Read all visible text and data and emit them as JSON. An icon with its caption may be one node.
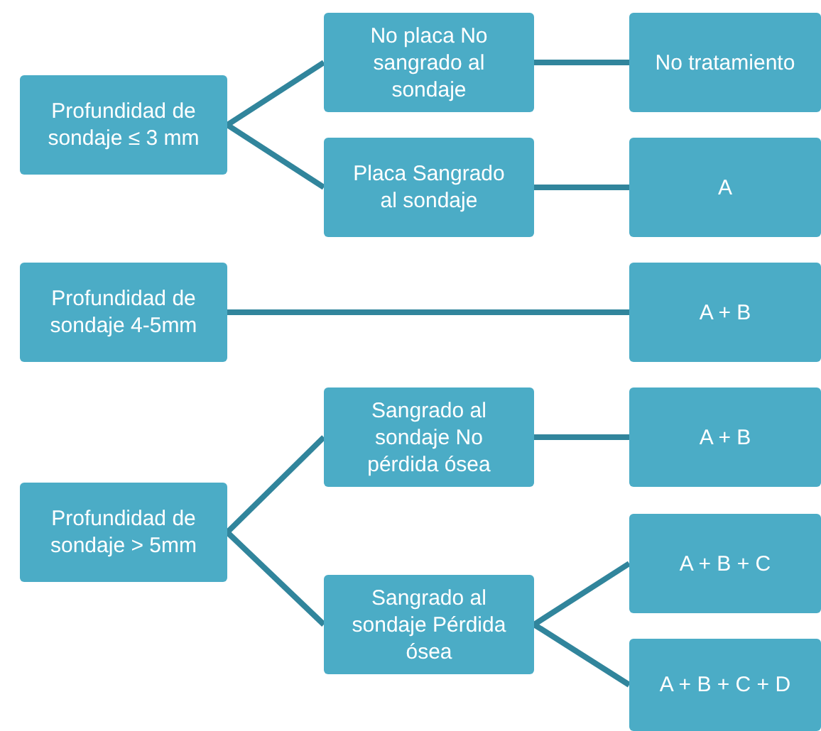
{
  "diagram": {
    "nodes": [
      {
        "text": [
          "Profundidad de sondaje ≤ 3 mm"
        ]
      },
      {
        "text": [
          "No placa No sangrado al sondaje"
        ]
      },
      {
        "text": [
          "No tratamiento"
        ]
      },
      {
        "text": [
          "Placa Sangrado al sondaje"
        ]
      },
      {
        "text": [
          "A"
        ]
      },
      {
        "text": [
          "Profundidad de sondaje 4-5mm"
        ]
      },
      {
        "text": [
          "A + B"
        ]
      },
      {
        "text": [
          "Profundidad de sondaje > 5mm"
        ]
      },
      {
        "text": [
          "Sangrado al sondaje No pérdida ósea"
        ]
      },
      {
        "text": [
          "A + B"
        ]
      },
      {
        "text": [
          "Sangrado al sondaje Pérdida ósea"
        ]
      },
      {
        "text": [
          "A + B + C"
        ]
      },
      {
        "text": [
          "A + B + C + D"
        ]
      }
    ],
    "edges": [
      {
        "from": 0,
        "to": 1,
        "arrow": "none"
      },
      {
        "from": 0,
        "to": 3,
        "arrow": "none"
      },
      {
        "from": 1,
        "to": 2,
        "arrow": "none"
      },
      {
        "from": 3,
        "to": 4,
        "arrow": "none"
      },
      {
        "from": 5,
        "to": 6,
        "arrow": "none"
      },
      {
        "from": 7,
        "to": 8,
        "arrow": "none"
      },
      {
        "from": 7,
        "to": 10,
        "arrow": "none"
      },
      {
        "from": 8,
        "to": 9,
        "arrow": "none"
      },
      {
        "from": 10,
        "to": 11,
        "arrow": "none"
      },
      {
        "from": 10,
        "to": 12,
        "arrow": "none"
      }
    ]
  }
}
